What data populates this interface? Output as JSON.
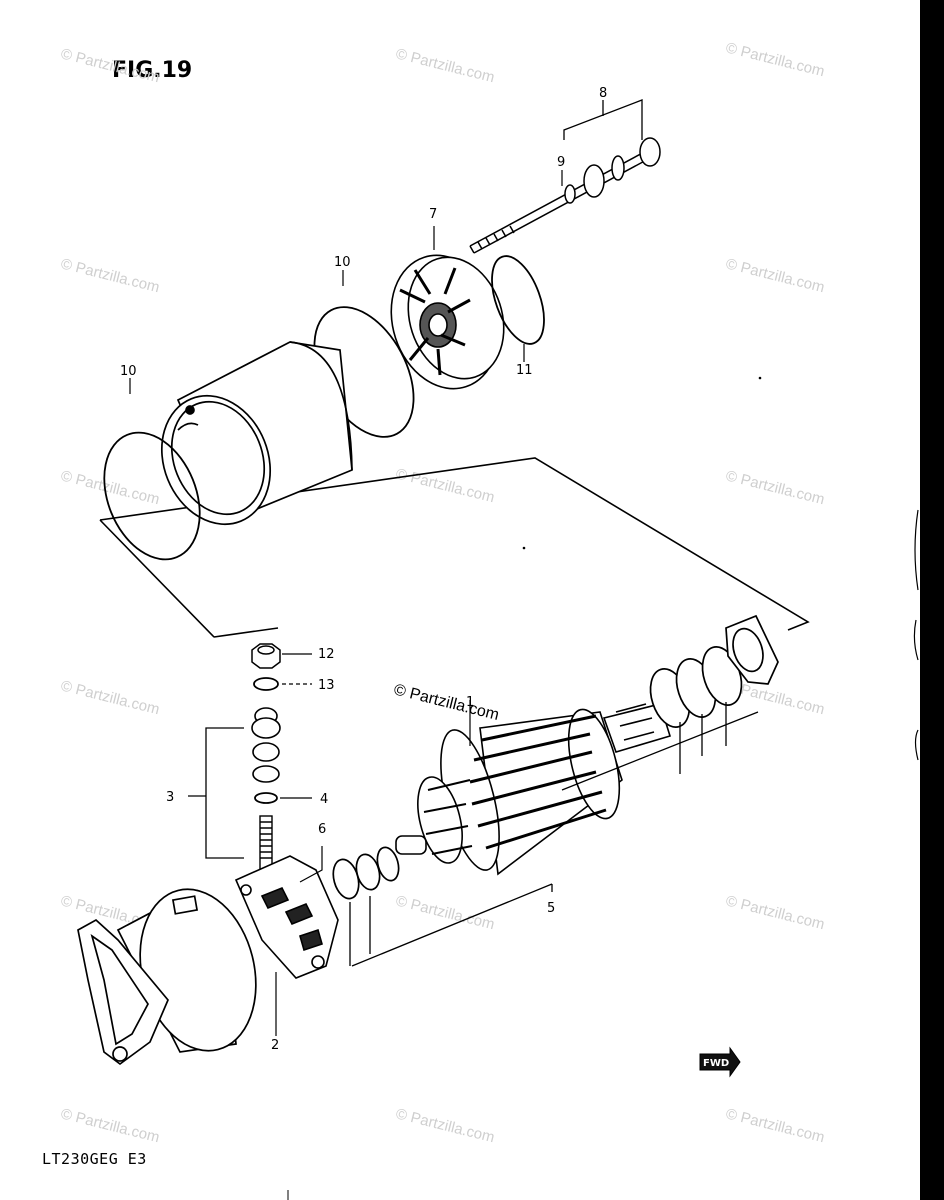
{
  "figure": {
    "title": "FIG.19",
    "model_code": "LT230GEG  E3"
  },
  "callouts": {
    "c1": "1",
    "c2": "2",
    "c3": "3",
    "c4": "4",
    "c5": "5",
    "c6": "6",
    "c7": "7",
    "c8": "8",
    "c9": "9",
    "c10a": "10",
    "c10b": "10",
    "c11": "11",
    "c12": "12",
    "c13": "13"
  },
  "fwd_label": "FWD",
  "watermark": {
    "text": "© Partzilla.com",
    "main_text": "© Partzilla.com"
  }
}
